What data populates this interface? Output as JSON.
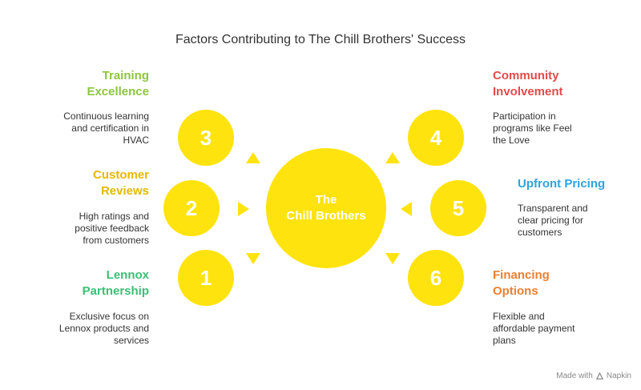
{
  "title": "Factors Contributing to The Chill Brothers' Success",
  "center": {
    "line1": "The",
    "line2": "Chill Brothers"
  },
  "colors": {
    "circle": "#FFE30F",
    "training": "#8DC63F",
    "reviews": "#E6B800",
    "lennox": "#3CBF74",
    "community": "#E24B4B",
    "pricing": "#2EA3DC",
    "financing": "#EE7F2D"
  },
  "factors": {
    "f1": {
      "number": "1",
      "title_line1": "Lennox",
      "title_line2": "Partnership",
      "desc_line1": "Exclusive focus on",
      "desc_line2": "Lennox products and",
      "desc_line3": "services"
    },
    "f2": {
      "number": "2",
      "title_line1": "Customer",
      "title_line2": "Reviews",
      "desc_line1": "High ratings and",
      "desc_line2": "positive feedback",
      "desc_line3": "from customers"
    },
    "f3": {
      "number": "3",
      "title_line1": "Training",
      "title_line2": "Excellence",
      "desc_line1": "Continuous learning",
      "desc_line2": "and certification in",
      "desc_line3": "HVAC"
    },
    "f4": {
      "number": "4",
      "title_line1": "Community",
      "title_line2": "Involvement",
      "desc_line1": "Participation in",
      "desc_line2": "programs like Feel",
      "desc_line3": "the Love"
    },
    "f5": {
      "number": "5",
      "title_line1": "Upfront Pricing",
      "desc_line1": "Transparent and",
      "desc_line2": "clear pricing for",
      "desc_line3": "customers"
    },
    "f6": {
      "number": "6",
      "title_line1": "Financing",
      "title_line2": "Options",
      "desc_line1": "Flexible and",
      "desc_line2": "affordable payment",
      "desc_line3": "plans"
    }
  },
  "footer": {
    "made_with": "Made with",
    "brand": "Napkin",
    "logo_icon": "napkin-logo-icon"
  }
}
